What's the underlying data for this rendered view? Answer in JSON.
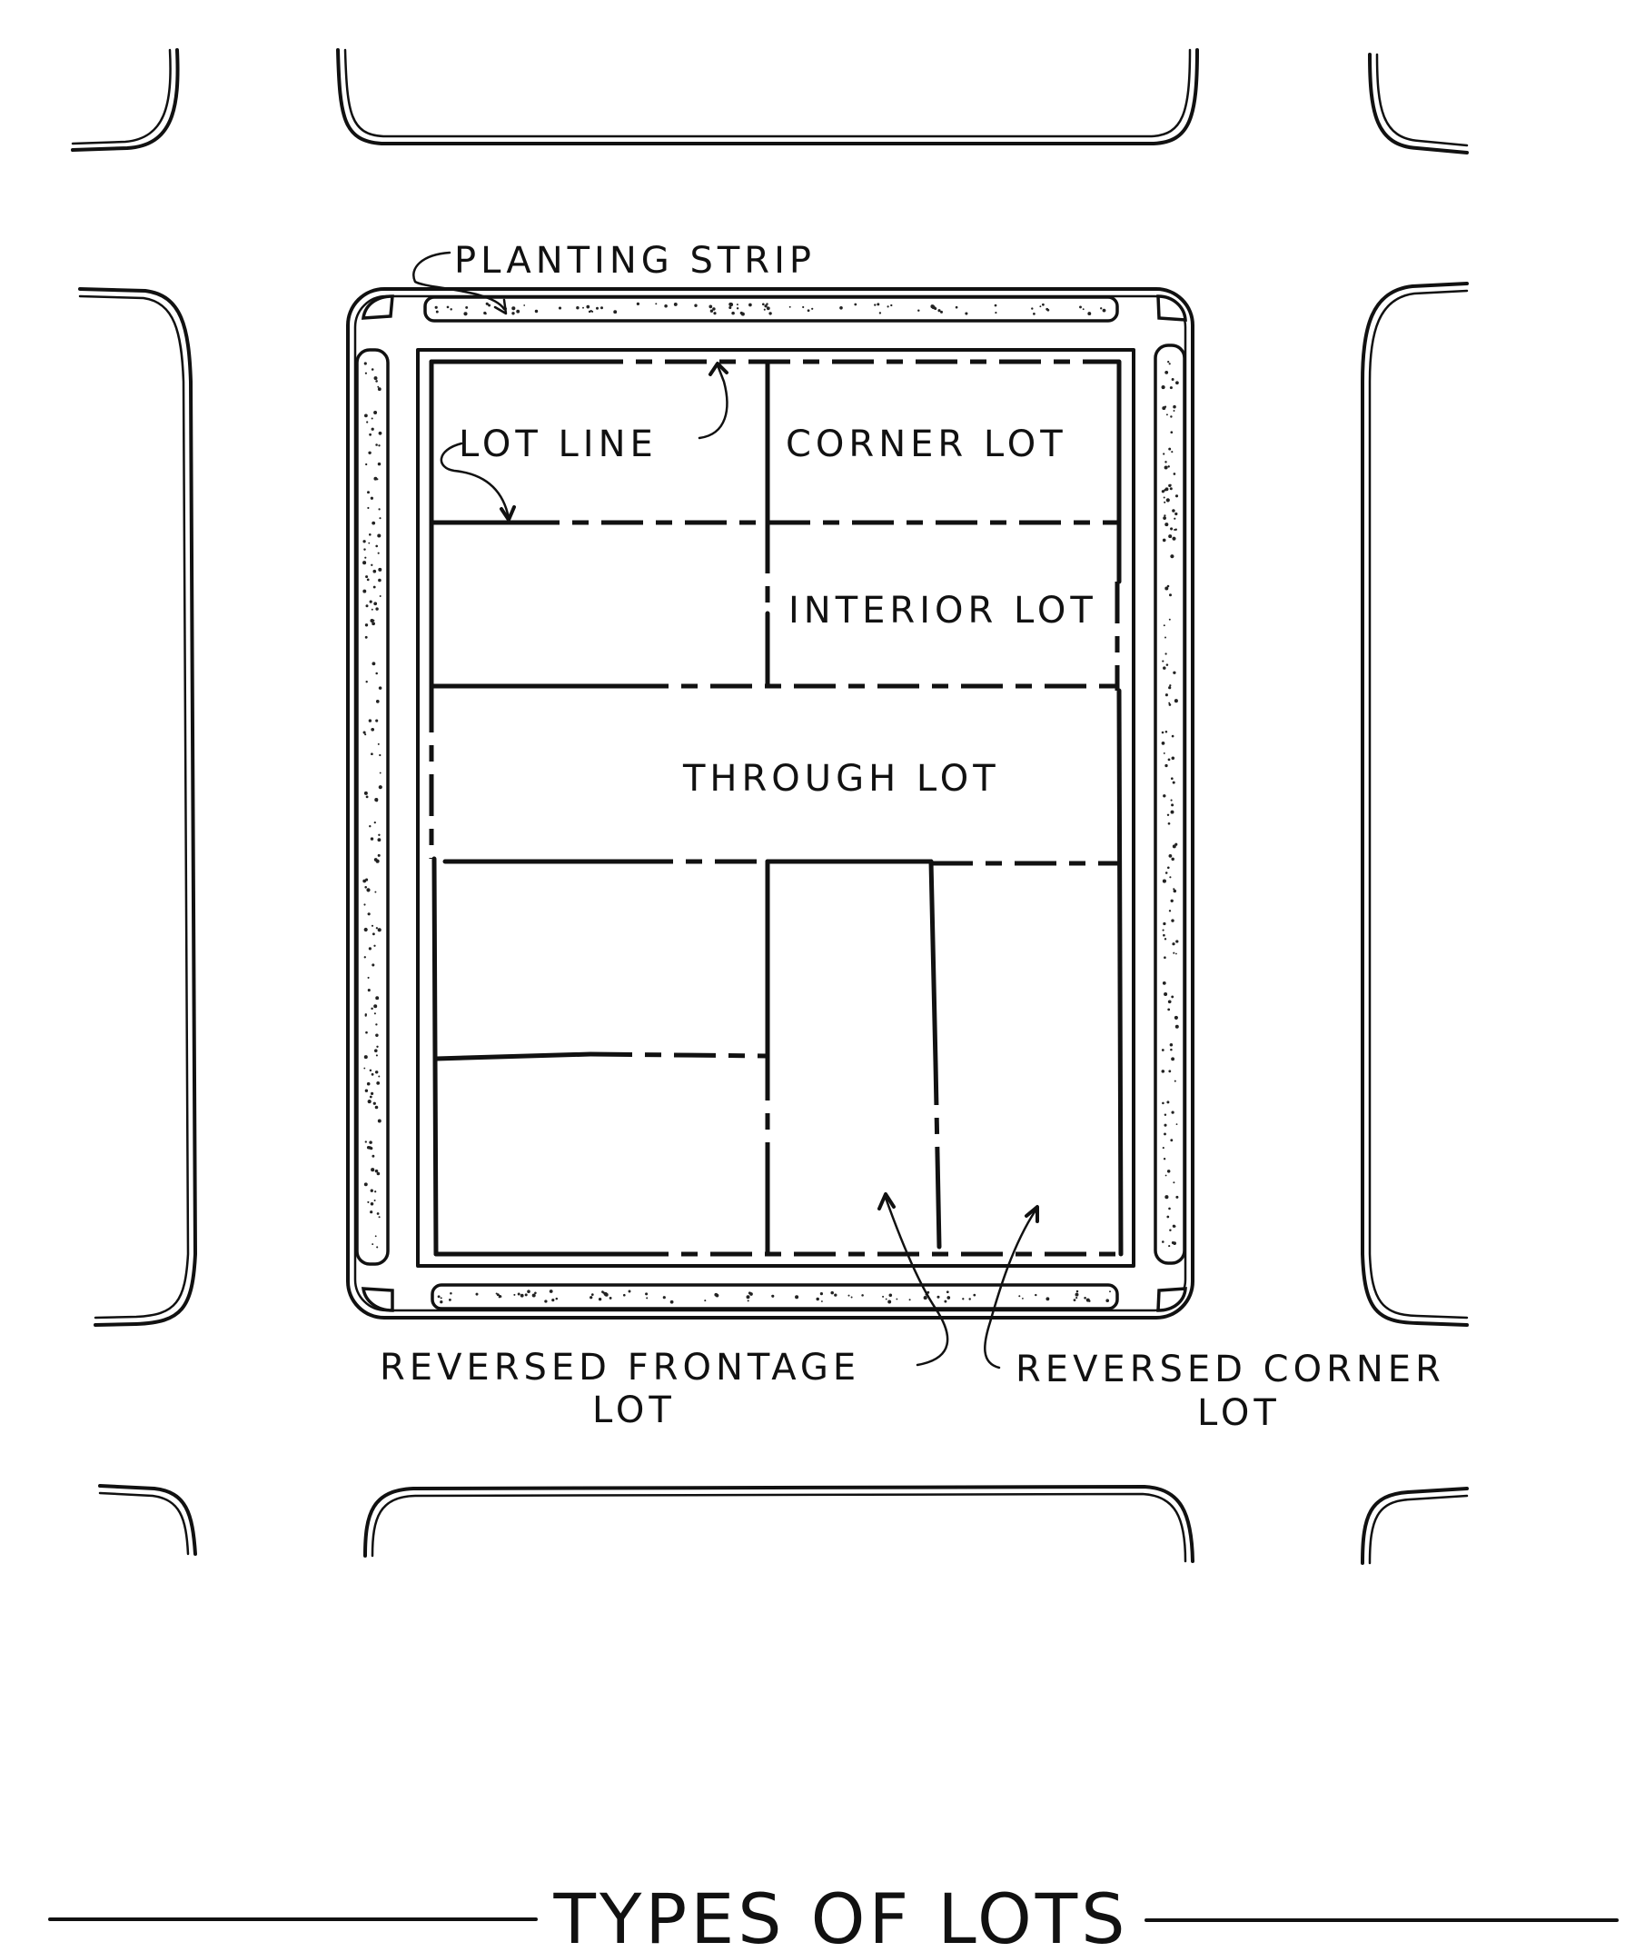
{
  "labels": {
    "planting_strip": "PLANTING STRIP",
    "lot_line": "LOT LINE",
    "corner_lot": "CORNER LOT",
    "interior_lot": "INTERIOR LOT",
    "through_lot": "THROUGH LOT",
    "reversed_frontage_line1": "REVERSED FRONTAGE",
    "reversed_frontage_line2": "LOT",
    "reversed_corner_line1": "REVERSED CORNER",
    "reversed_corner_line2": "LOT"
  },
  "title": "TYPES OF LOTS"
}
